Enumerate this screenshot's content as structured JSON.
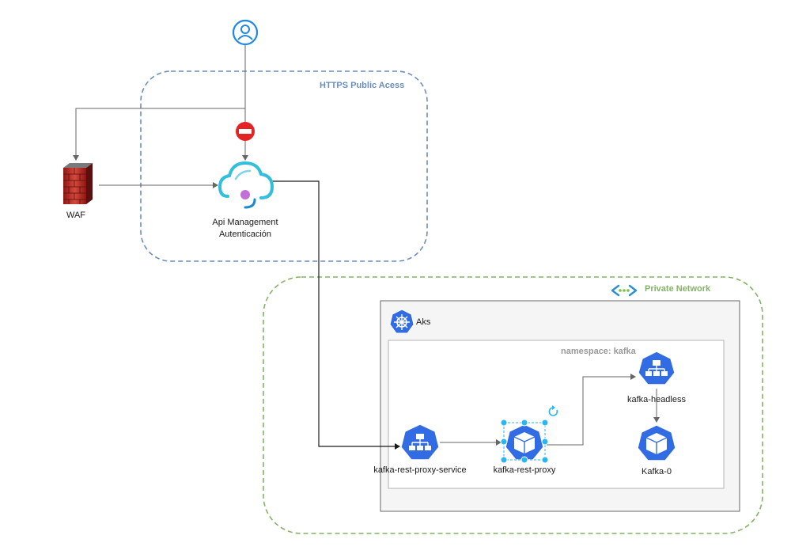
{
  "groups": {
    "https": "HTTPS Public Acess",
    "private": "Private Network",
    "aks": "Aks",
    "namespace": "namespace: kafka"
  },
  "nodes": {
    "user": {
      "icon": "user-icon"
    },
    "block": {
      "icon": "block-icon"
    },
    "waf": {
      "label": "WAF",
      "icon": "firewall-icon"
    },
    "apim": {
      "line1": "Api Management",
      "line2": "Autenticación",
      "icon": "api-management-icon"
    },
    "service": {
      "label": "kafka-rest-proxy-service",
      "icon": "kubernetes-service-icon"
    },
    "proxy": {
      "label": "kafka-rest-proxy",
      "icon": "kubernetes-pod-icon"
    },
    "headless": {
      "label": "kafka-headless",
      "icon": "kubernetes-service-icon"
    },
    "kafka0": {
      "label": "Kafka-0",
      "icon": "kubernetes-pod-icon"
    }
  },
  "edges": [
    {
      "from": "user",
      "to": "waf"
    },
    {
      "from": "user",
      "to": "apim"
    },
    {
      "from": "waf",
      "to": "apim"
    },
    {
      "from": "apim",
      "to": "service"
    },
    {
      "from": "service",
      "to": "proxy"
    },
    {
      "from": "proxy",
      "to": "headless"
    },
    {
      "from": "headless",
      "to": "kafka0"
    }
  ],
  "colors": {
    "https_border": "#6c8ebf",
    "private_border": "#82b366",
    "k8s_blue": "#326ce5",
    "edge": "#666666",
    "edge_dark": "#1a1a1a",
    "selection": "#29b6f2"
  }
}
